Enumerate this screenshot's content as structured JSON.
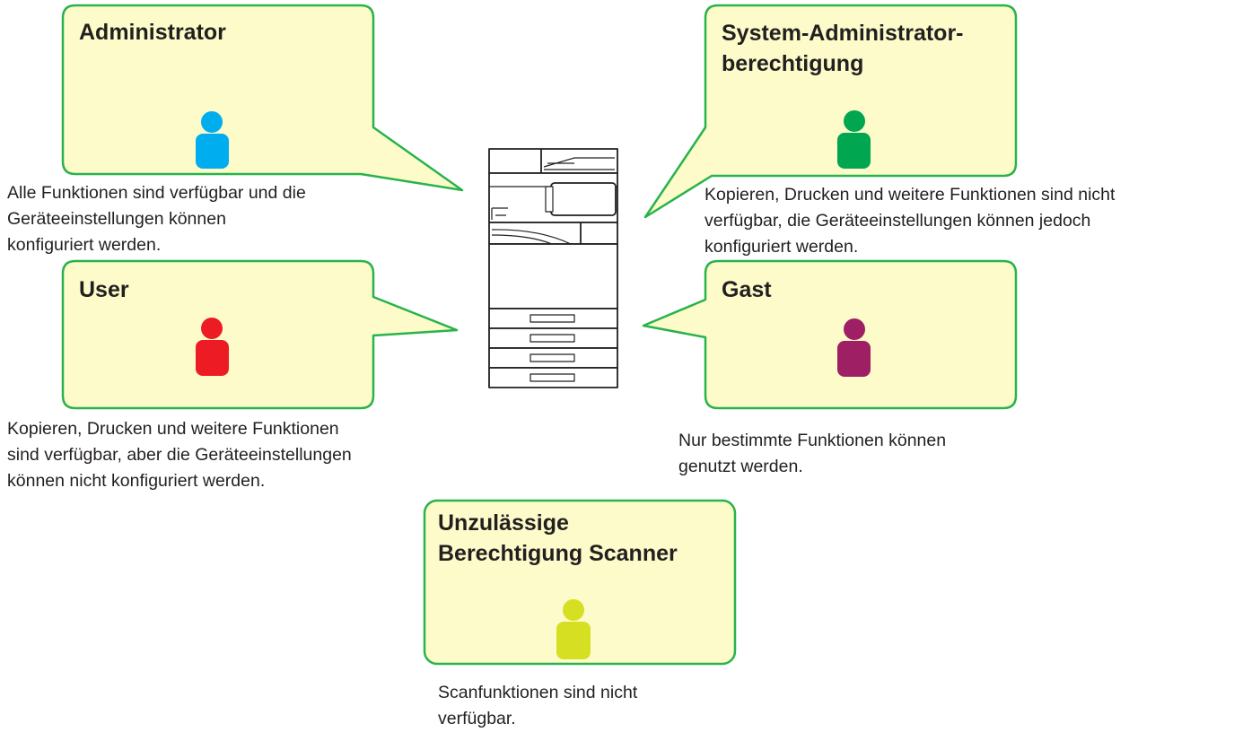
{
  "colors": {
    "bubble_fill": "#fcfbc9",
    "bubble_border": "#28b34b",
    "text": "#231f20"
  },
  "device_icon": "multifunction-printer-icon",
  "roles": {
    "administrator": {
      "title_lines": [
        "Administrator"
      ],
      "description_lines": [
        "Alle Funktionen sind verfügbar und die",
        "Geräteeinstellungen können",
        "konfiguriert werden."
      ],
      "person_icon": "person-icon",
      "person_color": "#00aeef"
    },
    "system_administrator": {
      "title_lines": [
        "System-Administrator-",
        "berechtigung"
      ],
      "description_lines": [
        "Kopieren, Drucken und weitere Funktionen sind nicht",
        "verfügbar, die Geräteeinstellungen können jedoch",
        "konfiguriert werden."
      ],
      "person_icon": "person-icon",
      "person_color": "#00a650"
    },
    "user": {
      "title_lines": [
        "User"
      ],
      "description_lines": [
        "Kopieren, Drucken und weitere Funktionen",
        "sind verfügbar, aber die Geräteeinstellungen",
        "können nicht konfiguriert werden."
      ],
      "person_icon": "person-icon",
      "person_color": "#ed1c24"
    },
    "guest": {
      "title_lines": [
        "Gast"
      ],
      "description_lines": [
        "Nur bestimmte Funktionen können",
        "genutzt werden."
      ],
      "person_icon": "person-icon",
      "person_color": "#9e1f63"
    },
    "scanner": {
      "title_lines": [
        "Unzulässige",
        "Berechtigung Scanner"
      ],
      "description_lines": [
        "Scanfunktionen sind nicht",
        "verfügbar."
      ],
      "person_icon": "person-icon",
      "person_color": "#d7df23"
    }
  }
}
